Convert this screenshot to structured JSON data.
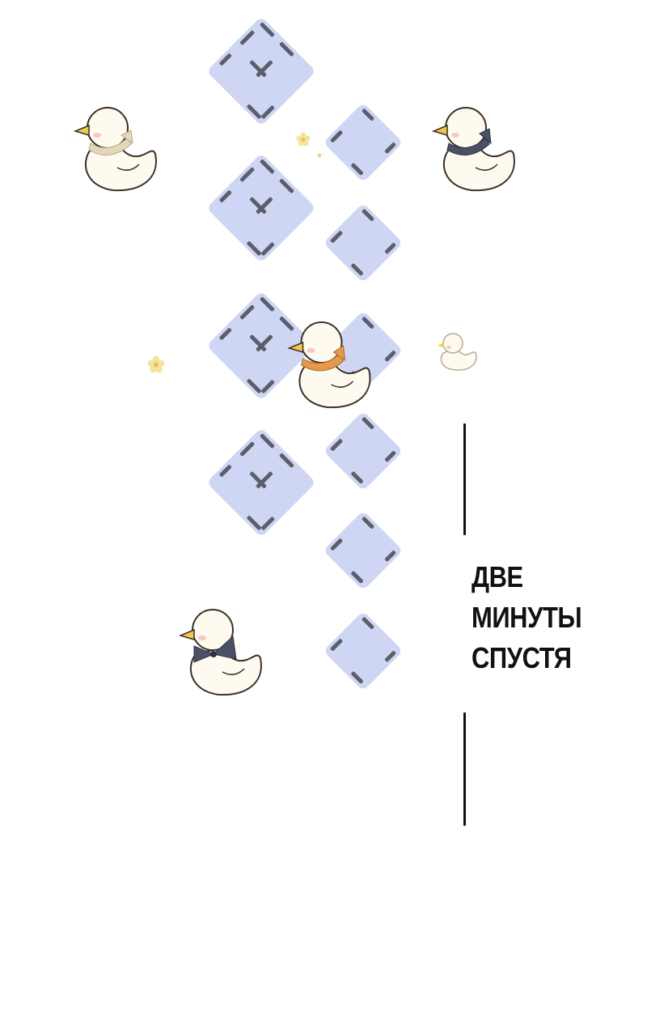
{
  "caption": {
    "line1": "ДВЕ",
    "line2": "МИНУТЫ",
    "line3": "СПУСТЯ"
  },
  "colors": {
    "tile": "#cfd6f3",
    "dash": "#5b5f6b",
    "duck_body": "#fffaf0",
    "duck_outline": "#3a3028",
    "beak": "#f2c84b",
    "scarf_orange": "#e49a4a",
    "scarf_navy": "#4a5166",
    "scarf_beige": "#e3d7ba",
    "text": "#111111"
  }
}
